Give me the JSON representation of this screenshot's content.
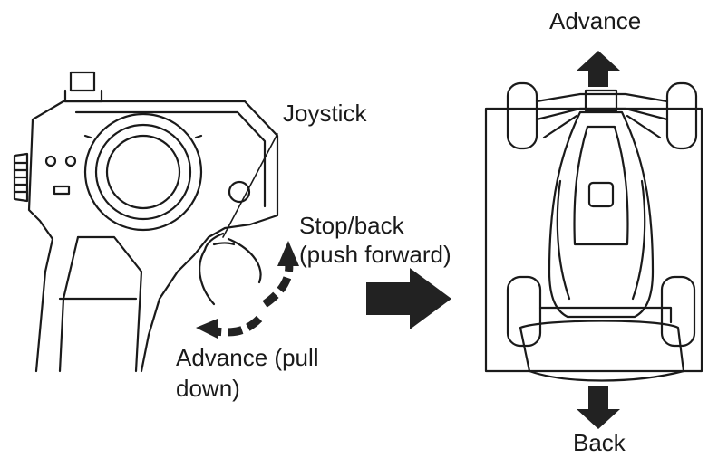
{
  "labels": {
    "joystick": "Joystick",
    "stop_back_line1": "Stop/back",
    "stop_back_line2": "(push forward)",
    "advance_pull_line1": "Advance (pull",
    "advance_pull_line2": "down)",
    "car_advance": "Advance",
    "car_back": "Back"
  },
  "colors": {
    "ink": "#1a1a1a",
    "arrow": "#222222",
    "background": "#ffffff"
  }
}
